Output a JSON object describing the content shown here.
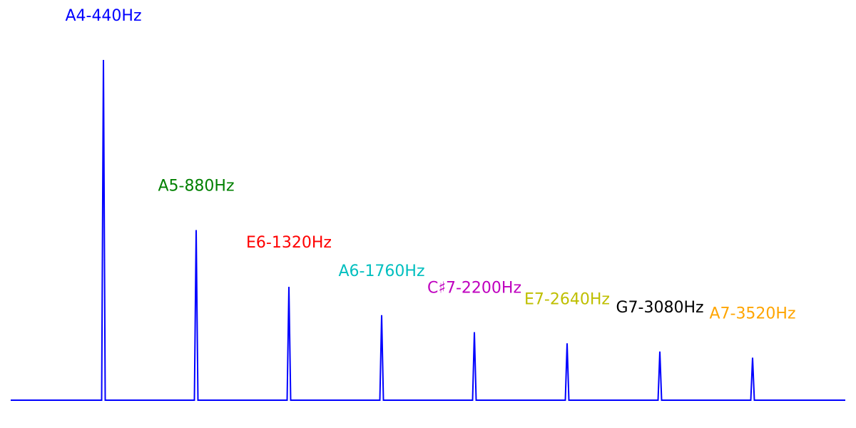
{
  "chart_data": {
    "type": "line",
    "title": "",
    "xlabel": "",
    "ylabel": "",
    "axes_visible": false,
    "grid": false,
    "legend": "none",
    "xlim": [
      0,
      3960
    ],
    "ylim": [
      0,
      1.0
    ],
    "line_color": "#0000ff",
    "series": [
      {
        "peaks": [
          {
            "note": "A4-440Hz",
            "x": 440,
            "y": 1.0,
            "color": "#0000ff"
          },
          {
            "note": "A5-880Hz",
            "x": 880,
            "y": 0.5,
            "color": "#008000"
          },
          {
            "note": "E6-1320Hz",
            "x": 1320,
            "y": 0.333,
            "color": "#ff0000"
          },
          {
            "note": "A6-1760Hz",
            "x": 1760,
            "y": 0.25,
            "color": "#00bfbf"
          },
          {
            "note": "C♯7-2200Hz",
            "x": 2200,
            "y": 0.2,
            "color": "#bf00bf"
          },
          {
            "note": "E7-2640Hz",
            "x": 2640,
            "y": 0.167,
            "color": "#bfbf00"
          },
          {
            "note": "G7-3080Hz",
            "x": 3080,
            "y": 0.143,
            "color": "#000000"
          },
          {
            "note": "A7-3520Hz",
            "x": 3520,
            "y": 0.125,
            "color": "#ffa500"
          }
        ]
      }
    ]
  }
}
